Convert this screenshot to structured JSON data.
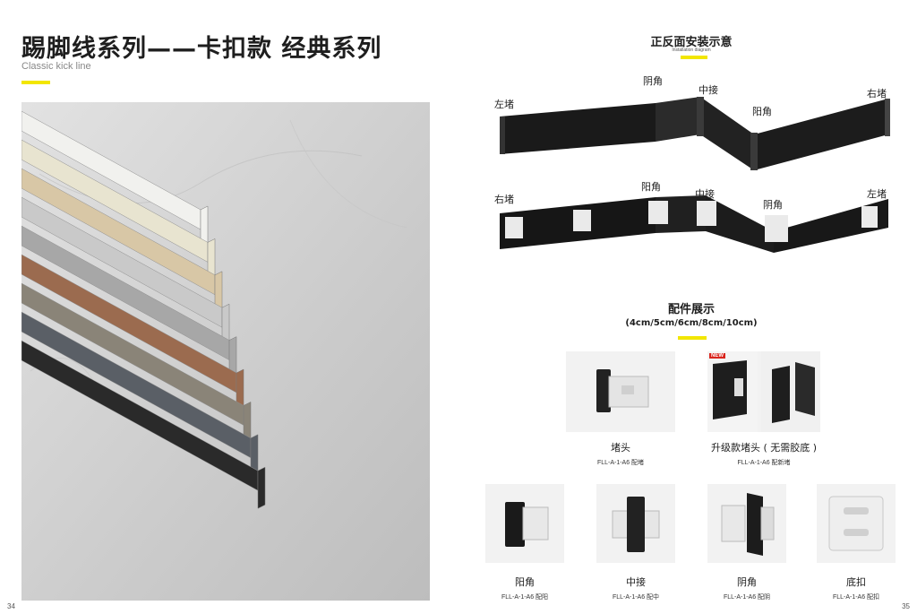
{
  "left_page": {
    "title": "踢脚线系列——卡扣款 经典系列",
    "subtitle": "Classic kick line",
    "page_number": "34"
  },
  "right_page": {
    "page_number": "35",
    "install": {
      "title": "正反面安装示意",
      "subtitle": "Installation diagram",
      "front_labels": {
        "left_cap": "左堵",
        "outer_corner_1": "阴角",
        "joint": "中接",
        "outer_corner_2": "阳角",
        "right_cap": "右堵"
      },
      "back_labels": {
        "right_cap": "右堵",
        "outer_corner_1": "阳角",
        "joint": "中接",
        "outer_corner_2": "阴角",
        "left_cap": "左堵"
      }
    },
    "accessories": {
      "title": "配件展示",
      "sizes": "(4cm/5cm/6cm/8cm/10cm)",
      "new_badge": "NEW",
      "items": [
        {
          "name": "堵头",
          "code": "FLL-A-1-A6 配堵"
        },
        {
          "name": "升级款堵头 ( 无需胶底 )",
          "code": "FLL-A-1-A6 配新堵"
        },
        {
          "name": "阳角",
          "code": "FLL-A-1-A6 配阳"
        },
        {
          "name": "中接",
          "code": "FLL-A-1-A6 配中"
        },
        {
          "name": "阴角",
          "code": "FLL-A-1-A6 配阴"
        },
        {
          "name": "底扣",
          "code": "FLL-A-1-A6 配扣"
        }
      ]
    }
  },
  "colors": {
    "accent_yellow": "#f2e600",
    "profile_finishes": [
      "#f1f1ee",
      "#e8e4d0",
      "#d8c7a6",
      "#c9c9c9",
      "#a7a7a7",
      "#9b6b4f",
      "#8a8478",
      "#5a5f66",
      "#2a2a2a"
    ]
  }
}
